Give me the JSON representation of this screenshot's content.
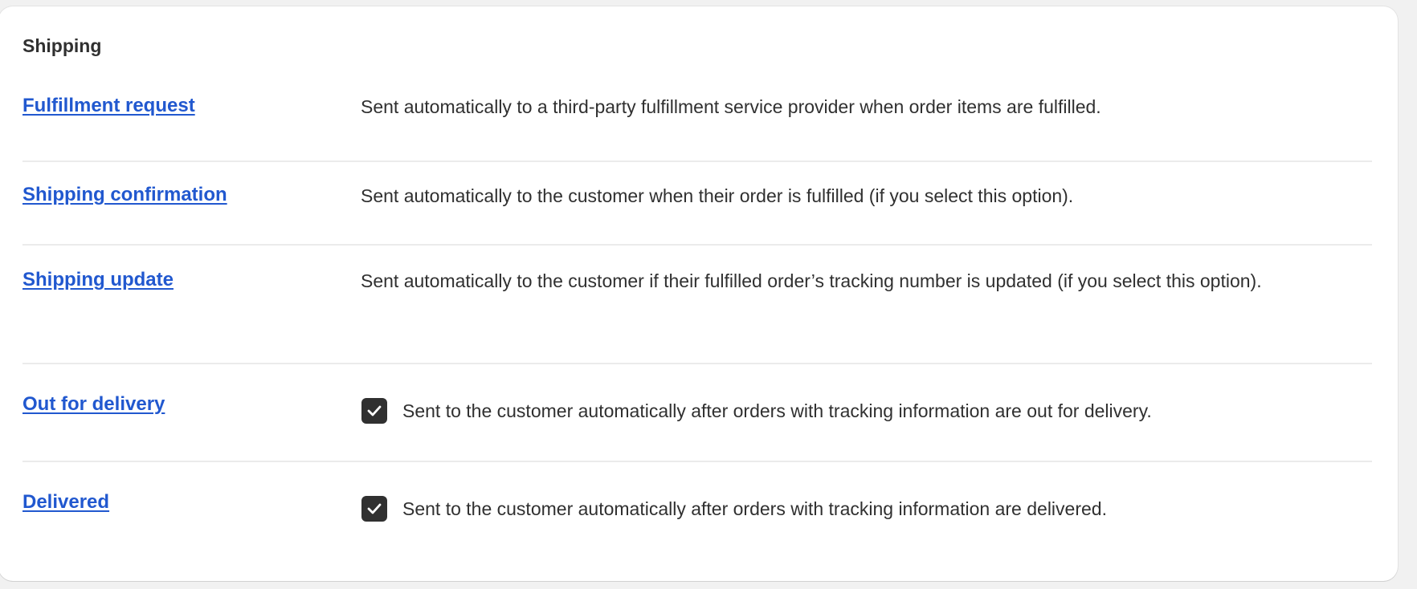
{
  "section": {
    "title": "Shipping"
  },
  "rows": [
    {
      "label": "Fulfillment request",
      "description": "Sent automatically to a third-party fulfillment service provider when order items are fulfilled."
    },
    {
      "label": "Shipping confirmation",
      "description": "Sent automatically to the customer when their order is fulfilled (if you select this option)."
    },
    {
      "label": "Shipping update",
      "description": "Sent automatically to the customer if their fulfilled order’s tracking number is updated (if you select this option)."
    },
    {
      "label": "Out for delivery",
      "description": "Sent to the customer automatically after orders with tracking information are out for delivery.",
      "checked": true
    },
    {
      "label": "Delivered",
      "description": "Sent to the customer automatically after orders with tracking information are delivered.",
      "checked": true
    }
  ],
  "colors": {
    "link": "#2158cf",
    "checkbox": "#303030"
  }
}
